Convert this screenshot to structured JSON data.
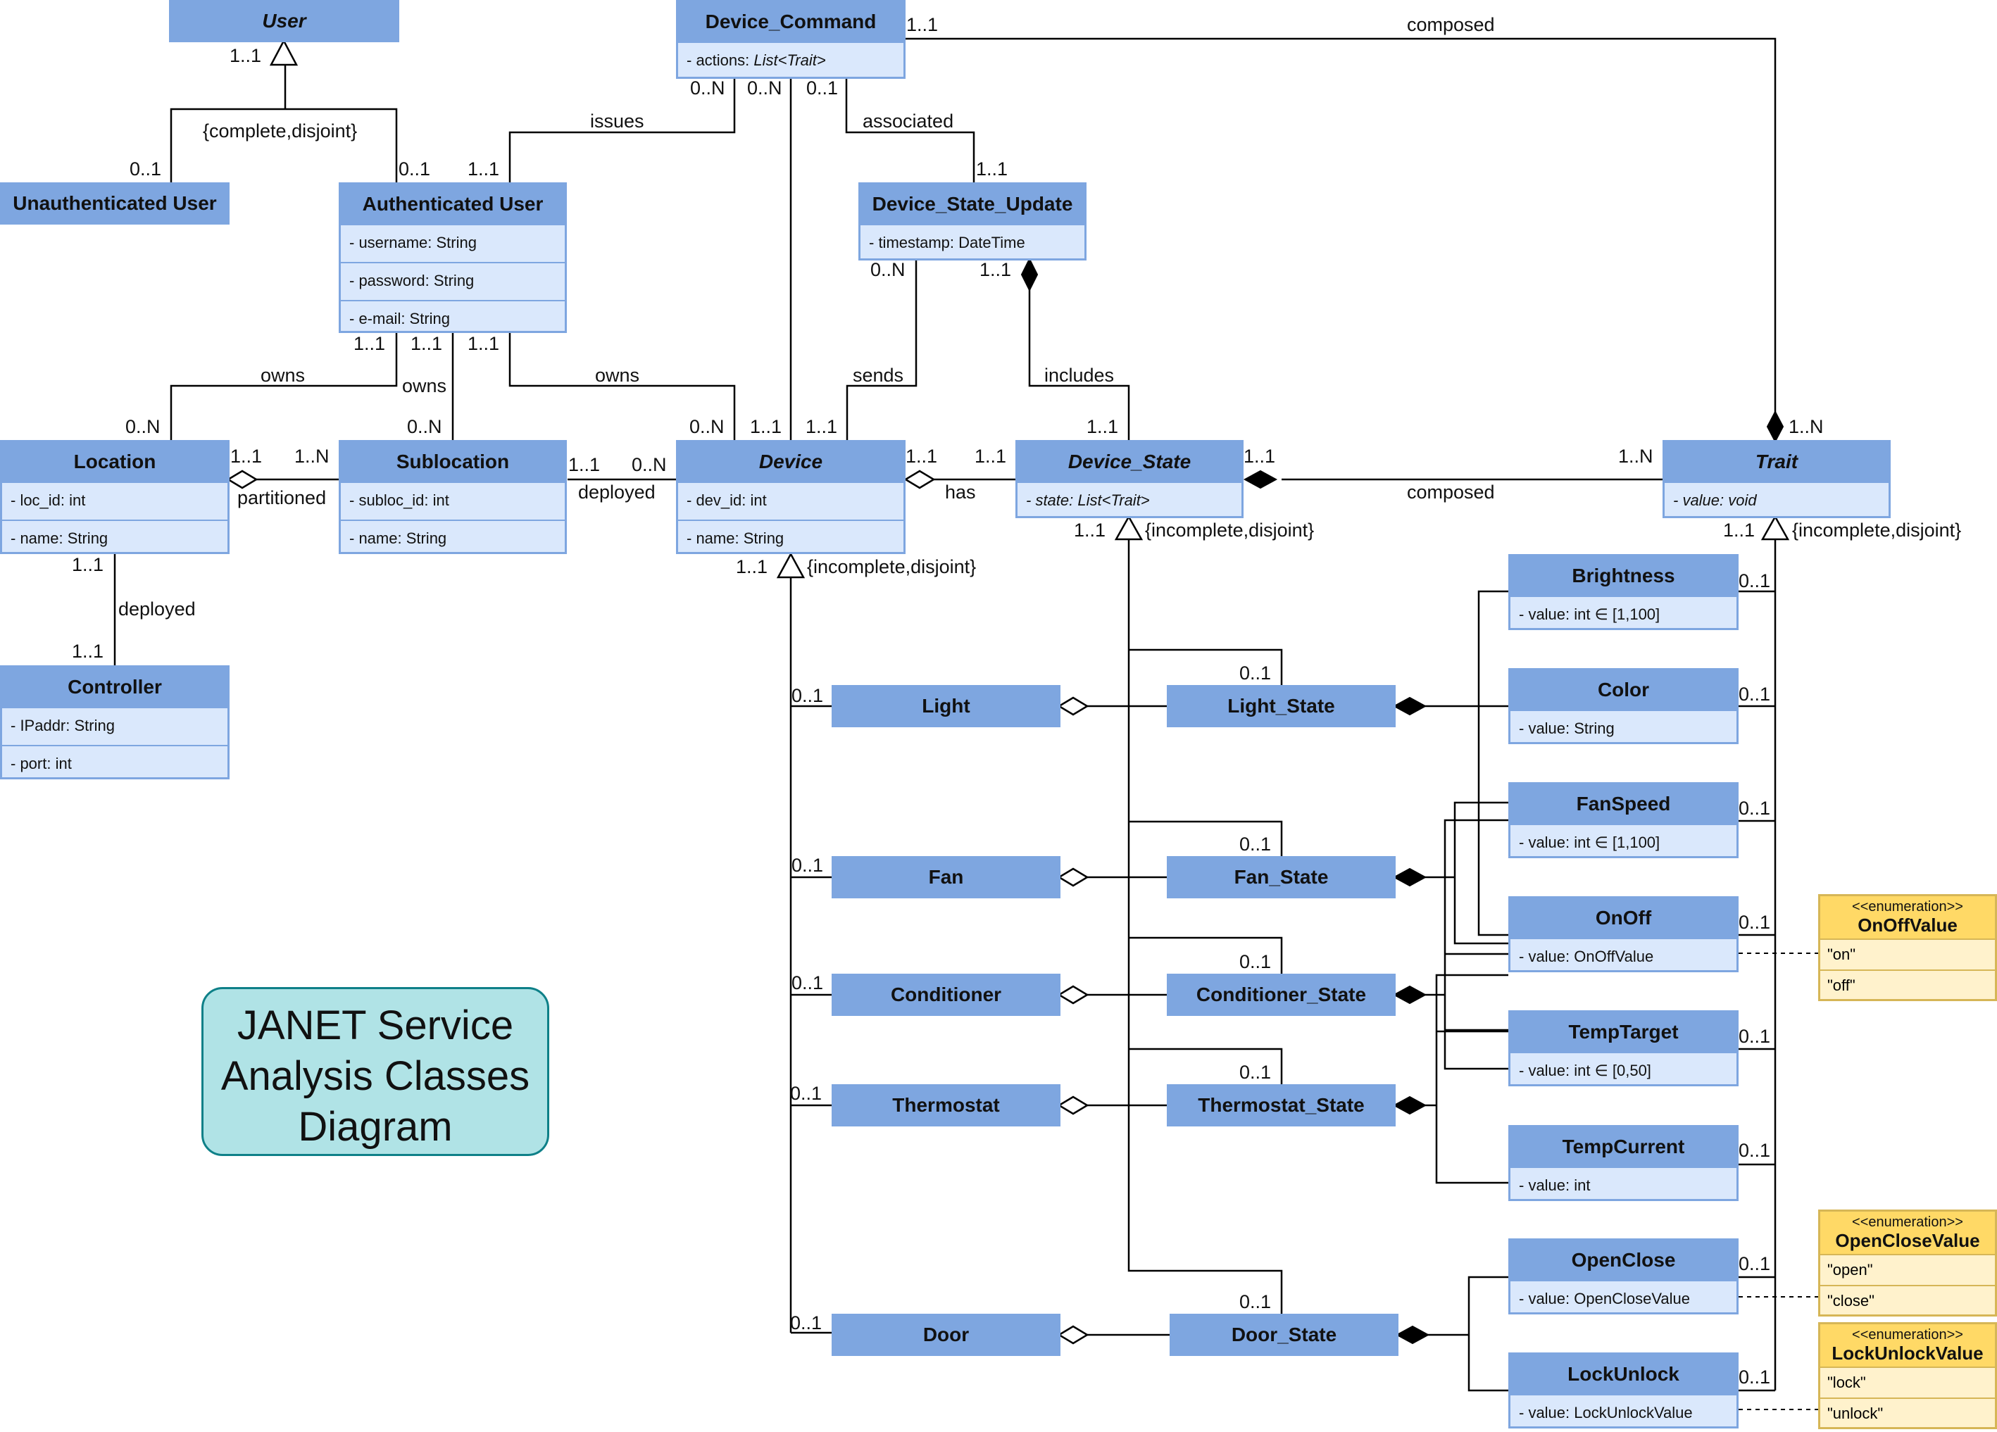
{
  "title": {
    "line1": "JANET Service",
    "line2": "Analysis Classes",
    "line3": "Diagram"
  },
  "classes": {
    "user": {
      "name": "User"
    },
    "unauth": {
      "name": "Unauthenticated User"
    },
    "auth": {
      "name": "Authenticated User",
      "attrs": [
        "- username: String",
        "- password: String",
        "- e-mail: String"
      ]
    },
    "command": {
      "name": "Device_Command",
      "attr_prefix": "- actions: ",
      "attr_type": "List<Trait>"
    },
    "dsu": {
      "name": "Device_State_Update",
      "attrs": [
        "- timestamp: DateTime"
      ]
    },
    "location": {
      "name": "Location",
      "attrs": [
        "- loc_id: int",
        "- name: String"
      ]
    },
    "sublocation": {
      "name": "Sublocation",
      "attrs": [
        "- subloc_id: int",
        "- name: String"
      ]
    },
    "device": {
      "name": "Device",
      "attrs": [
        "- dev_id: int",
        "- name: String"
      ]
    },
    "device_state": {
      "name": "Device_State",
      "attrs": [
        "- state: List<Trait>"
      ]
    },
    "trait": {
      "name": "Trait",
      "attrs": [
        "- value: void"
      ]
    },
    "controller": {
      "name": "Controller",
      "attrs": [
        "- IPaddr: String",
        "- port: int"
      ]
    },
    "light": {
      "name": "Light"
    },
    "fan": {
      "name": "Fan"
    },
    "conditioner": {
      "name": "Conditioner"
    },
    "thermostat": {
      "name": "Thermostat"
    },
    "door": {
      "name": "Door"
    },
    "light_state": {
      "name": "Light_State"
    },
    "fan_state": {
      "name": "Fan_State"
    },
    "conditioner_state": {
      "name": "Conditioner_State"
    },
    "thermostat_state": {
      "name": "Thermostat_State"
    },
    "door_state": {
      "name": "Door_State"
    },
    "brightness": {
      "name": "Brightness",
      "attrs": [
        "- value: int ∈ [1,100]"
      ]
    },
    "color": {
      "name": "Color",
      "attrs": [
        "- value: String"
      ]
    },
    "fanspeed": {
      "name": "FanSpeed",
      "attrs": [
        "- value: int ∈ [1,100]"
      ]
    },
    "onoff": {
      "name": "OnOff",
      "attrs": [
        "- value: OnOffValue"
      ]
    },
    "temptarget": {
      "name": "TempTarget",
      "attrs": [
        "- value: int ∈ [0,50]"
      ]
    },
    "tempcurrent": {
      "name": "TempCurrent",
      "attrs": [
        "- value: int"
      ]
    },
    "openclose": {
      "name": "OpenClose",
      "attrs": [
        "- value: OpenCloseValue"
      ]
    },
    "lockunlock": {
      "name": "LockUnlock",
      "attrs": [
        "- value: LockUnlockValue"
      ]
    }
  },
  "enums": {
    "stereotype": "<<enumeration>>",
    "onoff": {
      "name": "OnOffValue",
      "values": [
        "\"on\"",
        "\"off\""
      ]
    },
    "openclose": {
      "name": "OpenCloseValue",
      "values": [
        "\"open\"",
        "\"close\""
      ]
    },
    "lockunlock": {
      "name": "LockUnlockValue",
      "values": [
        "\"lock\"",
        "\"unlock\""
      ]
    }
  },
  "labels": {
    "composed": "composed",
    "issues": "issues",
    "associated": "associated",
    "owns": "owns",
    "sends": "sends",
    "includes": "includes",
    "partitioned": "partitioned",
    "deployed": "deployed",
    "has": "has",
    "complete_disjoint": "{complete,disjoint}",
    "incomplete_disjoint": "{incomplete,disjoint}",
    "m_11": "1..1",
    "m_01": "0..1",
    "m_0N": "0..N",
    "m_1N": "1..N"
  },
  "colors": {
    "class_header": "#7ea6e0",
    "class_body": "#dae8fc",
    "enum_header": "#ffd966",
    "enum_body": "#fff2cc",
    "title_fill": "#b0e3e6",
    "title_border": "#0e8088"
  }
}
